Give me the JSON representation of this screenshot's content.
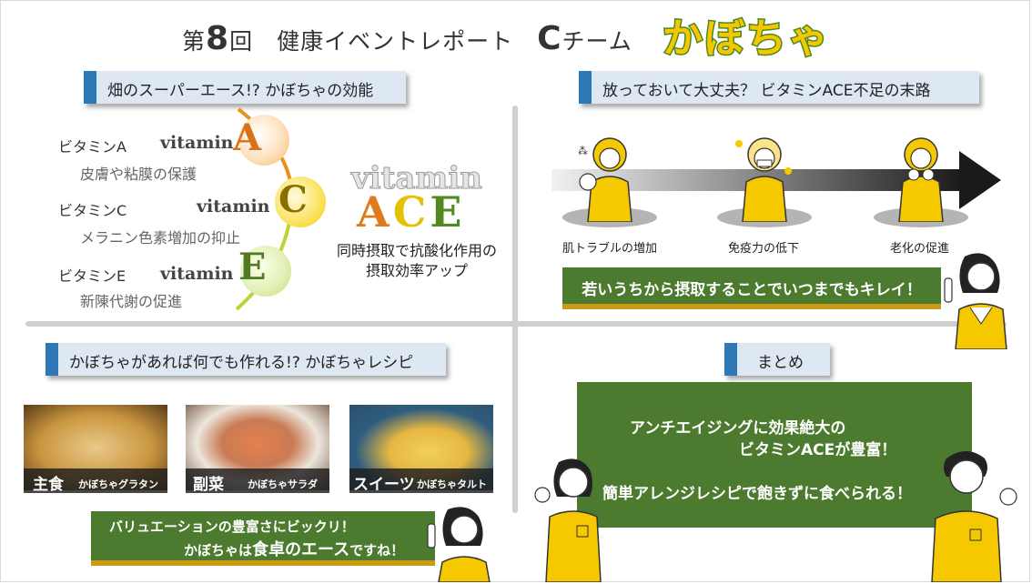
{
  "title": {
    "prefix": "第",
    "number": "8",
    "mid": "回　健康イベントレポート　",
    "team_letter": "C",
    "suffix": "チーム"
  },
  "badge": "かぼちゃ",
  "sections": {
    "efficacy": "畑のスーパーエース!? かぼちゃの効能",
    "deficiency": "放っておいて大丈夫？ ビタミンACE不足の末路",
    "recipes": "かぼちゃがあれば何でも作れる!? かぼちゃレシピ",
    "summary": "まとめ"
  },
  "vitamins": [
    {
      "name": "ビタミンA",
      "desc": "皮膚や粘膜の保護",
      "word": "vitamin",
      "letter": "A"
    },
    {
      "name": "ビタミンC",
      "desc": "メラニン色素増加の抑止",
      "word": "vitamin",
      "letter": "C"
    },
    {
      "name": "ビタミンE",
      "desc": "新陳代謝の促進",
      "word": "vitamin",
      "letter": "E"
    }
  ],
  "ace": {
    "word": "vitamin",
    "letters": "ACE",
    "line1": "同時摂取で抗酸化作用の",
    "line2": "摂取効率アップ"
  },
  "deficiency_steps": [
    "肌トラブルの増加",
    "免疫力の低下",
    "老化の促進"
  ],
  "deficiency_banner": "若いうちから摂取することでいつまでもキレイ！",
  "recipes": [
    {
      "main": "主食",
      "sub": "かぼちゃグラタン"
    },
    {
      "main": "副菜",
      "sub": "かぼちゃサラダ"
    },
    {
      "main": "スイーツ",
      "sub": "かぼちゃタルト"
    }
  ],
  "recipe_banner": {
    "line1": "バリュエーションの豊富さにビックリ！",
    "line2_a": "かぼちゃは",
    "line2_b": "食卓のエース",
    "line2_c": "ですね！"
  },
  "summary": {
    "line1": "アンチエイジングに効果絶大の",
    "line2": "ビタミンACEが豊富！",
    "line3": "簡単アレンジレシピで飽きずに食べられる！"
  },
  "colors": {
    "accent_blue": "#2e78b6",
    "header_bg": "#dde8f3",
    "green": "#4c7a2e",
    "gold": "#c99a12",
    "yellow": "#f6c700"
  }
}
